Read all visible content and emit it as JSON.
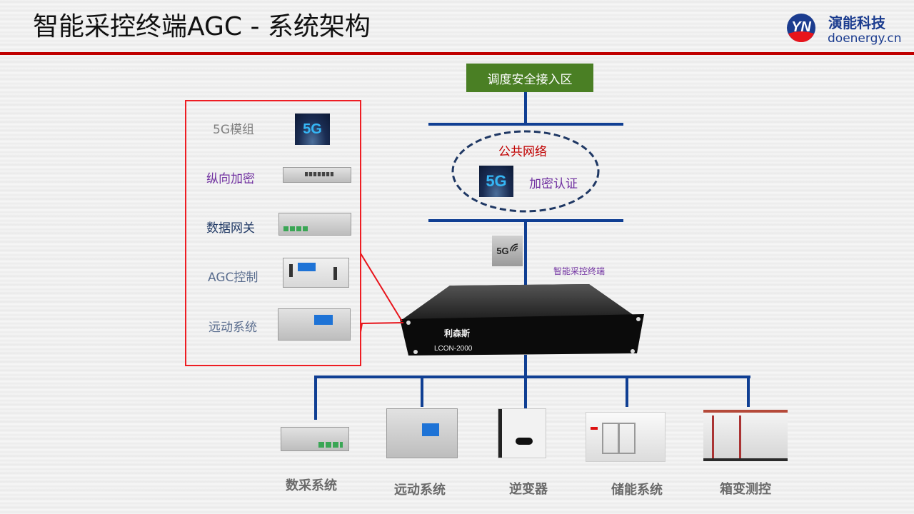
{
  "header": {
    "title": "智能采控终端AGC - 系统架构",
    "logo": {
      "mark": "YN",
      "name_cn": "演能科技",
      "website": "doenergy.cn"
    }
  },
  "network": {
    "dispatch_zone": "调度安全接入区",
    "public_network": "公共网络",
    "encryption": "加密认证",
    "fiveg_badge": "5G",
    "terminal_label": "智能采控终端",
    "terminal_model": "LCON-2000",
    "terminal_brand": "利森斯"
  },
  "terminal_modules": [
    {
      "label": "5G模组",
      "color": "#7f7f7f",
      "icon": "5g-module-image"
    },
    {
      "label": "纵向加密",
      "color": "#7030a0",
      "icon": "encryption-device-image"
    },
    {
      "label": "数据网关",
      "color": "#1f3864",
      "icon": "data-gateway-image"
    },
    {
      "label": "AGC控制",
      "color": "#5b6e8f",
      "icon": "agc-controller-image"
    },
    {
      "label": "远动系统",
      "color": "#5b6e8f",
      "icon": "telecontrol-device-image"
    }
  ],
  "field_devices": [
    {
      "label": "数采系统",
      "icon": "data-acquisition-image"
    },
    {
      "label": "远动系统",
      "icon": "telecontrol-image"
    },
    {
      "label": "逆变器",
      "icon": "inverter-image"
    },
    {
      "label": "储能系统",
      "icon": "energy-storage-image"
    },
    {
      "label": "箱变测控",
      "icon": "box-transformer-image"
    }
  ],
  "colors": {
    "accent_red": "#c00000",
    "bus_blue": "#103f93",
    "zone_green": "#4a7f24",
    "public_net_red": "#c00000",
    "encryption_purple": "#7030a0"
  }
}
